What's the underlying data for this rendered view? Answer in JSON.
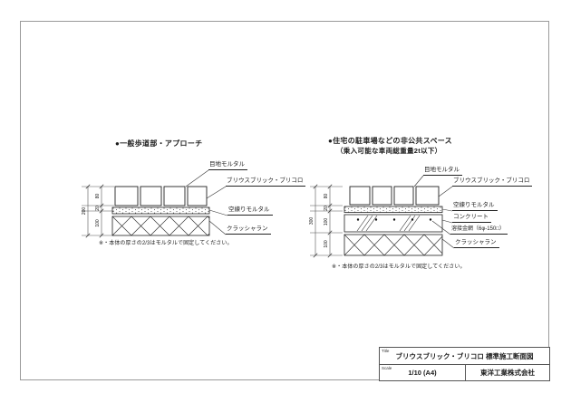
{
  "page": {
    "background": "#ffffff",
    "border_color": "#9a9a9a",
    "line_color": "#222222"
  },
  "sections": {
    "left": {
      "title": "●一般歩道部・アプローチ",
      "note": "※・本体の厚さの2/3はモルタルで固定してください。",
      "labels": {
        "joint_mortar": "目地モルタル",
        "product": "ブリウスブリック・ブリコロ",
        "dry_mortar": "空練りモルタル",
        "crusher_run": "クラッシャラン"
      },
      "dimensions": {
        "total": "200",
        "brick": "80",
        "mortar": "20",
        "crusher": "100"
      }
    },
    "right": {
      "title_line1": "●住宅の駐車場などの非公共スペース",
      "title_line2": "（乗入可能な車両総重量2t以下）",
      "note": "※・本体の厚さの2/3はモルタルで固定してください。",
      "labels": {
        "joint_mortar": "目地モルタル",
        "product": "ブリウスブリック・ブリコロ",
        "dry_mortar": "空練りモルタル",
        "concrete": "コンクリート",
        "wire_mesh": "溶接金網（6φ-150□）",
        "crusher_run": "クラッシャラン"
      },
      "dimensions": {
        "total": "300",
        "brick": "80",
        "mortar": "20",
        "concrete": "100",
        "crusher": "100"
      }
    }
  },
  "title_block": {
    "title_label": "Title",
    "title_value": "ブリウスブリック・ブリコロ 標準施工断面図",
    "scale_label": "Scale",
    "scale_value": "1/10 (A4)",
    "company": "東洋工業株式会社"
  }
}
